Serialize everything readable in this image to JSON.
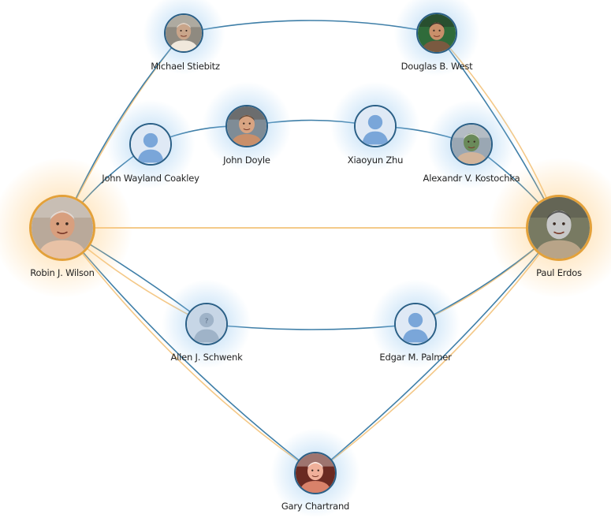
{
  "nodes": [
    {
      "id": "michael",
      "label": "Michael Stiebitz",
      "photo": "photo"
    },
    {
      "id": "douglas",
      "label": "Douglas B. West",
      "photo": "photo"
    },
    {
      "id": "john-doyle",
      "label": "John Doyle",
      "photo": "photo"
    },
    {
      "id": "xiaoyun",
      "label": "Xiaoyun Zhu",
      "photo": "silhouette"
    },
    {
      "id": "coakley",
      "label": "John Wayland Coakley",
      "photo": "silhouette"
    },
    {
      "id": "kostochka",
      "label": "Alexandr V. Kostochka",
      "photo": "photo"
    },
    {
      "id": "wilson",
      "label": "Robin J. Wilson",
      "photo": "photo",
      "endpoint": true
    },
    {
      "id": "erdos",
      "label": "Paul Erdos",
      "photo": "photo",
      "endpoint": true
    },
    {
      "id": "schwenk",
      "label": "Allen J. Schwenk",
      "photo": "unknown"
    },
    {
      "id": "palmer",
      "label": "Edgar M. Palmer",
      "photo": "silhouette"
    },
    {
      "id": "chartrand",
      "label": "Gary Chartrand",
      "photo": "photo"
    }
  ],
  "edges": [
    {
      "from": "wilson",
      "to": "michael",
      "color": "blue"
    },
    {
      "from": "michael",
      "to": "douglas",
      "color": "blue"
    },
    {
      "from": "douglas",
      "to": "erdos",
      "color": "blue"
    },
    {
      "from": "wilson",
      "to": "coakley",
      "color": "blue"
    },
    {
      "from": "coakley",
      "to": "john-doyle",
      "color": "blue"
    },
    {
      "from": "john-doyle",
      "to": "xiaoyun",
      "color": "blue"
    },
    {
      "from": "xiaoyun",
      "to": "kostochka",
      "color": "blue"
    },
    {
      "from": "kostochka",
      "to": "erdos",
      "color": "blue"
    },
    {
      "from": "wilson",
      "to": "erdos",
      "color": "orange"
    },
    {
      "from": "wilson",
      "to": "schwenk",
      "color": "blue"
    },
    {
      "from": "schwenk",
      "to": "palmer",
      "color": "blue"
    },
    {
      "from": "palmer",
      "to": "erdos",
      "color": "blue"
    },
    {
      "from": "wilson",
      "to": "chartrand",
      "color": "blue"
    },
    {
      "from": "chartrand",
      "to": "erdos",
      "color": "blue"
    }
  ],
  "colors": {
    "edge_blue": "#3f7fa8",
    "edge_orange": "#f3c27a",
    "ring_blue": "#2a5f86",
    "ring_orange": "#e3a13a",
    "silhouette": "#7aa6d9"
  }
}
